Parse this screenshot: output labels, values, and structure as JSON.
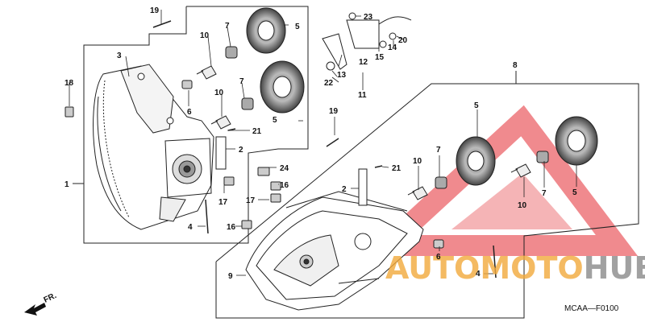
{
  "diagram": {
    "code": "MCAA—F0100",
    "direction_label": "FR.",
    "callouts": [
      {
        "id": "c1",
        "text": "1"
      },
      {
        "id": "c2a",
        "text": "2"
      },
      {
        "id": "c2b",
        "text": "2"
      },
      {
        "id": "c3",
        "text": "3"
      },
      {
        "id": "c4a",
        "text": "4"
      },
      {
        "id": "c4b",
        "text": "4"
      },
      {
        "id": "c5a",
        "text": "5"
      },
      {
        "id": "c5b",
        "text": "5"
      },
      {
        "id": "c5c",
        "text": "5"
      },
      {
        "id": "c5d",
        "text": "5"
      },
      {
        "id": "c6a",
        "text": "6"
      },
      {
        "id": "c6b",
        "text": "6"
      },
      {
        "id": "c7a",
        "text": "7"
      },
      {
        "id": "c7b",
        "text": "7"
      },
      {
        "id": "c7c",
        "text": "7"
      },
      {
        "id": "c7d",
        "text": "7"
      },
      {
        "id": "c8",
        "text": "8"
      },
      {
        "id": "c9",
        "text": "9"
      },
      {
        "id": "c10a",
        "text": "10"
      },
      {
        "id": "c10b",
        "text": "10"
      },
      {
        "id": "c10c",
        "text": "10"
      },
      {
        "id": "c10d",
        "text": "10"
      },
      {
        "id": "c11",
        "text": "11"
      },
      {
        "id": "c12",
        "text": "12"
      },
      {
        "id": "c13",
        "text": "13"
      },
      {
        "id": "c14",
        "text": "14"
      },
      {
        "id": "c15",
        "text": "15"
      },
      {
        "id": "c16a",
        "text": "16"
      },
      {
        "id": "c16b",
        "text": "16"
      },
      {
        "id": "c17a",
        "text": "17"
      },
      {
        "id": "c17b",
        "text": "17"
      },
      {
        "id": "c18",
        "text": "18"
      },
      {
        "id": "c19a",
        "text": "19"
      },
      {
        "id": "c19b",
        "text": "19"
      },
      {
        "id": "c20",
        "text": "20"
      },
      {
        "id": "c21a",
        "text": "21"
      },
      {
        "id": "c21b",
        "text": "21"
      },
      {
        "id": "c22",
        "text": "22"
      },
      {
        "id": "c23",
        "text": "23"
      },
      {
        "id": "c24",
        "text": "24"
      }
    ]
  },
  "watermark": {
    "part1": "AUTO",
    "part2": "MOTO",
    "part3": "HUB",
    "color_orange": "#f2a93b",
    "color_gray": "#8a8a8a",
    "color_red": "#e8484f"
  }
}
